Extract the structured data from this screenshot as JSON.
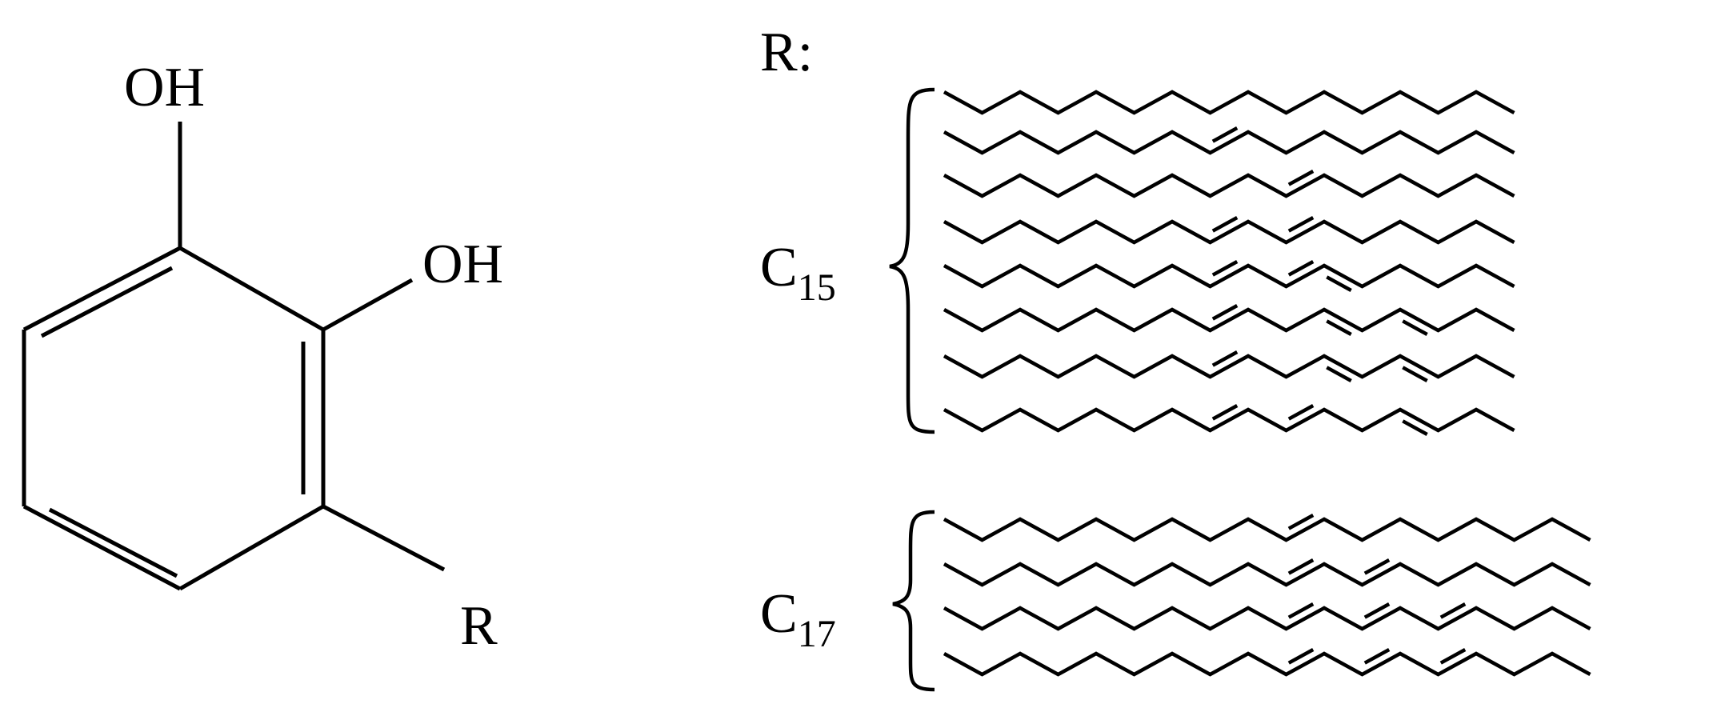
{
  "structure": {
    "oh_top": "OH",
    "oh_right": "OH",
    "r_sub": "R"
  },
  "side_chains": {
    "r_heading": "R:",
    "c15": {
      "base": "C",
      "sub": "15"
    },
    "c17": {
      "base": "C",
      "sub": "17"
    }
  }
}
